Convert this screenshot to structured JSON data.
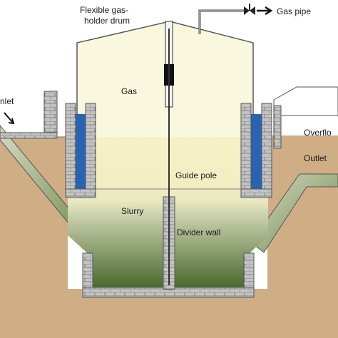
{
  "labels": {
    "drum": "Flexible gas-",
    "drum2": "holder drum",
    "gas_pipe": "Gas pipe",
    "inlet": "nlet",
    "gas": "Gas",
    "overflow": "Overflo",
    "outlet": "Outlet",
    "guide_pole": "Guide pole",
    "slurry": "Slurry",
    "divider_wall": "Divider wall"
  },
  "colors": {
    "ground": "#cfae86",
    "ground_dark": "#b9946b",
    "gas_fill": "#f6f1c6",
    "slurry_top": "#c9d0ad",
    "slurry_bottom": "#48672c",
    "water": "#2a63b4",
    "brick": "#b8b8b8",
    "brick_line": "#6f6f6f",
    "outline": "#555555"
  }
}
